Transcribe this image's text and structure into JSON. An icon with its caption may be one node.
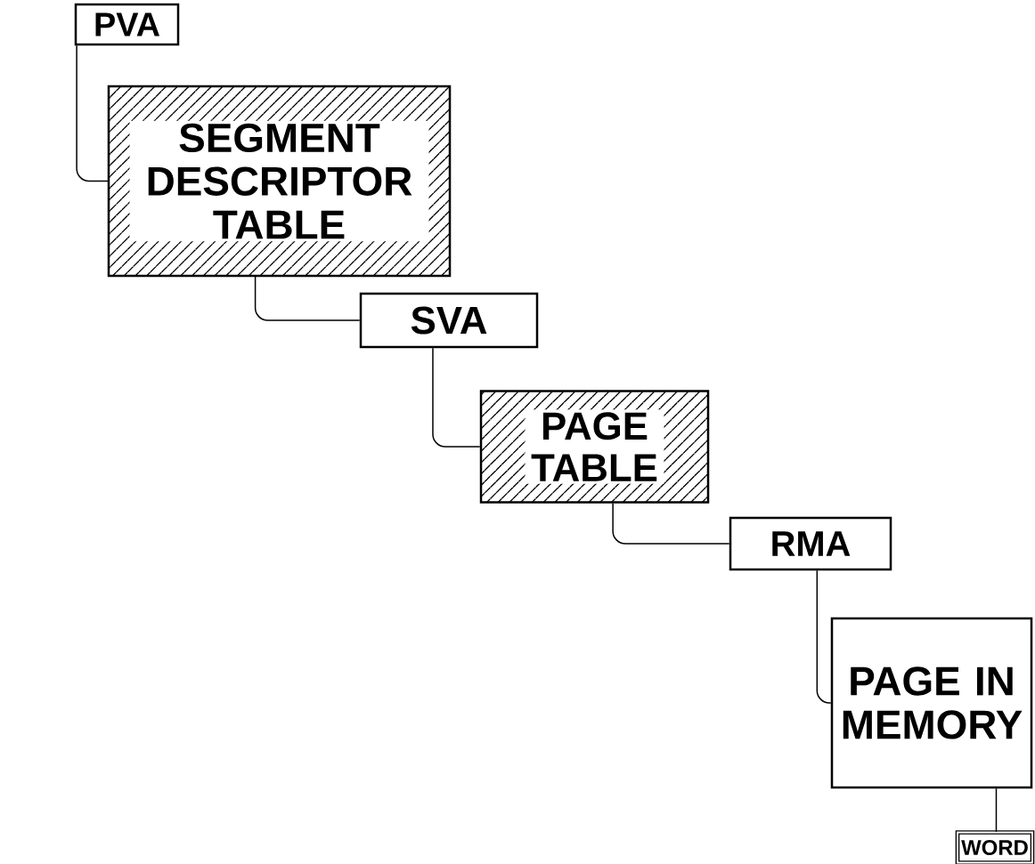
{
  "diagram": {
    "nodes": [
      {
        "text": [
          "PVA"
        ]
      },
      {
        "text": [
          "SEGMENT DESCRIPTOR TABLE"
        ]
      },
      {
        "text": [
          "SVA"
        ]
      },
      {
        "text": [
          "PAGE TABLE"
        ]
      },
      {
        "text": [
          "RMA"
        ]
      },
      {
        "text": [
          "PAGE IN MEMORY"
        ]
      },
      {
        "text": [
          "WORD"
        ]
      }
    ],
    "edges": [
      {
        "from": 0,
        "to": 1,
        "arrow": "none"
      },
      {
        "from": 1,
        "to": 2,
        "arrow": "none"
      },
      {
        "from": 2,
        "to": 3,
        "arrow": "none"
      },
      {
        "from": 3,
        "to": 4,
        "arrow": "none"
      },
      {
        "from": 4,
        "to": 5,
        "arrow": "none"
      },
      {
        "from": 5,
        "to": 6,
        "arrow": "none"
      }
    ]
  }
}
